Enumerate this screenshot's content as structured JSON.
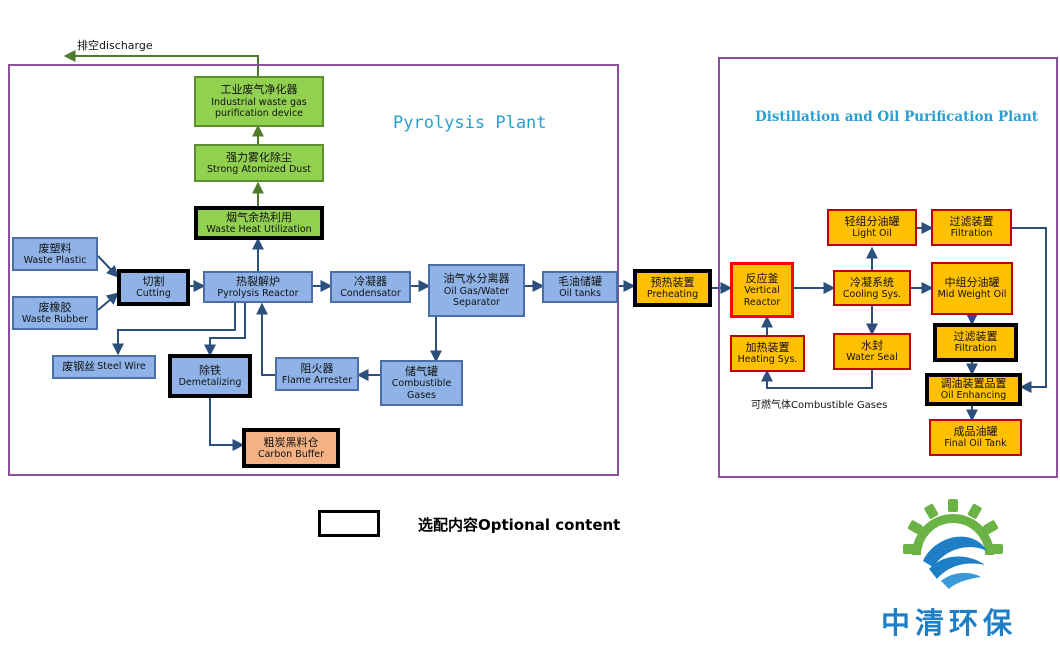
{
  "pyrolysis_title": "Pyrolysis Plant",
  "distillation_title": "Distillation and Oil Purification Plant",
  "discharge_label": "排空discharge",
  "combustible_gases_label": "可燃气体Combustible Gases",
  "legend_label": "选配内容Optional content",
  "logo_text": "中清环保",
  "colors": {
    "process": "#8fb3e6",
    "treatment": "#92d050",
    "oil": "#ffc000",
    "carbon": "#f4b183",
    "region": "#8e4e9e",
    "title": "#2b9fd0"
  },
  "nodes": {
    "industrial_gas": {
      "zh": "工业废气净化器",
      "en": "Industrial waste gas purification device"
    },
    "atomized_dust": {
      "zh": "强力雾化除尘",
      "en": "Strong Atomized Dust"
    },
    "waste_heat": {
      "zh": "烟气余热利用",
      "en": "Waste Heat Utilization"
    },
    "waste_plastic": {
      "zh": "废塑料",
      "en": "Waste Plastic"
    },
    "waste_rubber": {
      "zh": "废橡胶",
      "en": "Waste Rubber"
    },
    "cutting": {
      "zh": "切割",
      "en": "Cutting"
    },
    "pyrolysis_reactor": {
      "zh": "热裂解炉",
      "en": "Pyrolysis Reactor"
    },
    "condensator": {
      "zh": "冷凝器",
      "en": "Condensator"
    },
    "separator": {
      "zh": "油气水分离器",
      "en": "Oil Gas/Water Separator"
    },
    "oil_tanks": {
      "zh": "毛油储罐",
      "en": "Oil tanks"
    },
    "preheating": {
      "zh": "预热装置",
      "en": "Preheating"
    },
    "steel_wire": {
      "zh": "废钢丝",
      "en": "Steel Wire"
    },
    "demetalizing": {
      "zh": "除铁",
      "en": "Demetalizing"
    },
    "flame_arrester": {
      "zh": "阻火器",
      "en": "Flame Arrester"
    },
    "combustible_gases": {
      "zh": "储气罐",
      "en": "Combustible Gases"
    },
    "carbon_buffer": {
      "zh": "粗炭黑料仓",
      "en": "Carbon Buffer"
    },
    "vertical_reactor": {
      "zh": "反应釜",
      "en": "Vertical Reactor"
    },
    "heating_sys": {
      "zh": "加热装置",
      "en": "Heating Sys."
    },
    "cooling_sys": {
      "zh": "冷凝系统",
      "en": "Cooling Sys."
    },
    "water_seal": {
      "zh": "水封",
      "en": "Water Seal"
    },
    "light_oil": {
      "zh": "轻组分油罐",
      "en": "Light Oil"
    },
    "filtration_1": {
      "zh": "过滤装置",
      "en": "Filtration"
    },
    "mid_weight_oil": {
      "zh": "中组分油罐",
      "en": "Mid Weight Oil"
    },
    "filtration_2": {
      "zh": "过滤装置",
      "en": "Filtration"
    },
    "oil_enhancing": {
      "zh": "调油装置品置",
      "en": "Oil Enhancing"
    },
    "final_oil_tank": {
      "zh": "成品油罐",
      "en": "Final Oil Tank"
    }
  }
}
